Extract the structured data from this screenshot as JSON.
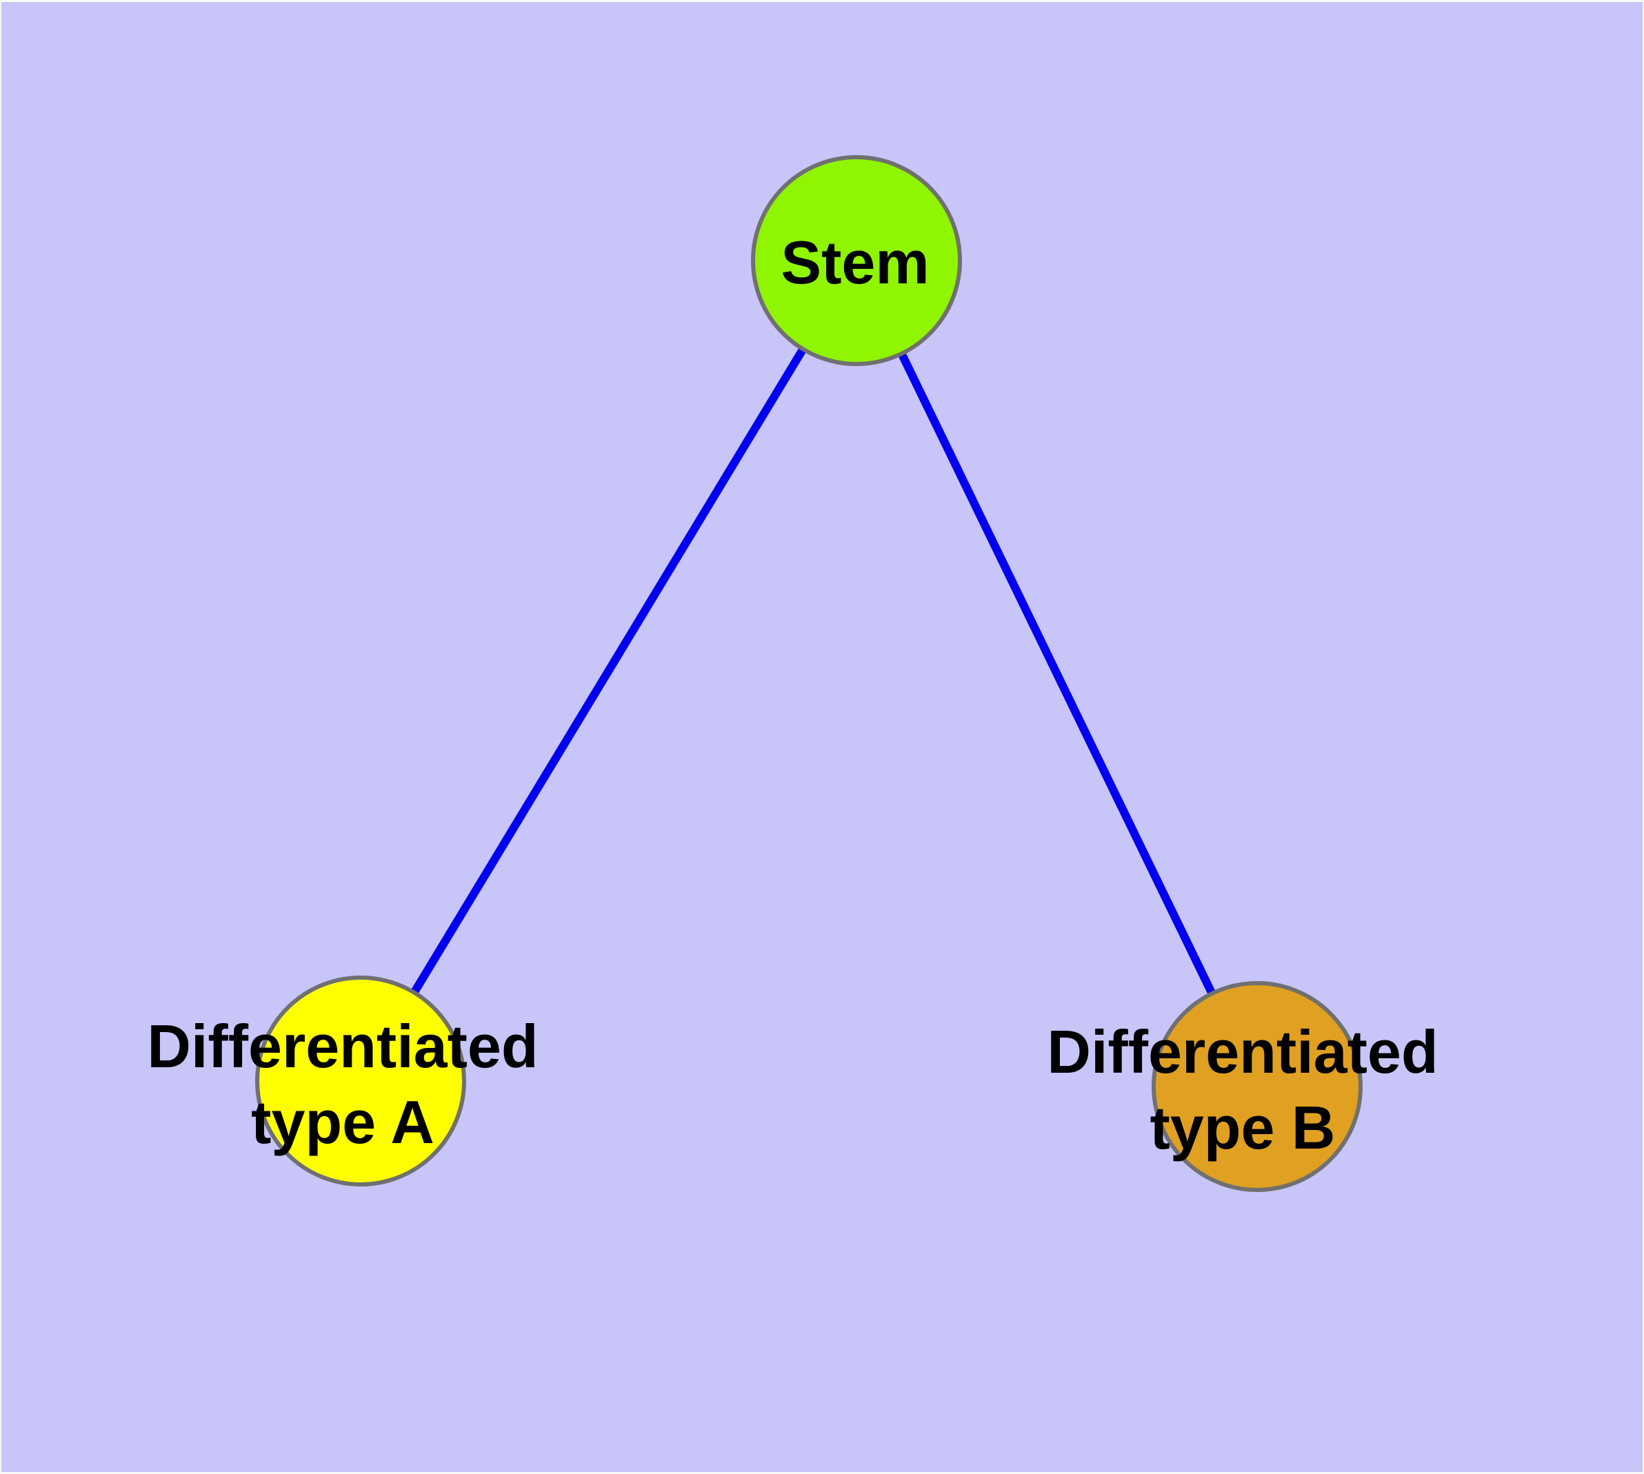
{
  "colors": {
    "background": "#C8C5F8",
    "edge": "#0000EE",
    "node_border": "#707070",
    "label_text": "#000000"
  },
  "nodes": {
    "stem": {
      "label": "Stem",
      "fill": "#8FF500"
    },
    "type_a": {
      "label_line1": "Differentiated",
      "label_line2": "type A",
      "fill": "#FFFF00"
    },
    "type_b": {
      "label_line1": "Differentiated",
      "label_line2": "type B",
      "fill": "#E0A021"
    }
  },
  "edges": [
    {
      "from": "Stem",
      "to": "Differentiated type A"
    },
    {
      "from": "Stem",
      "to": "Differentiated type B"
    }
  ]
}
